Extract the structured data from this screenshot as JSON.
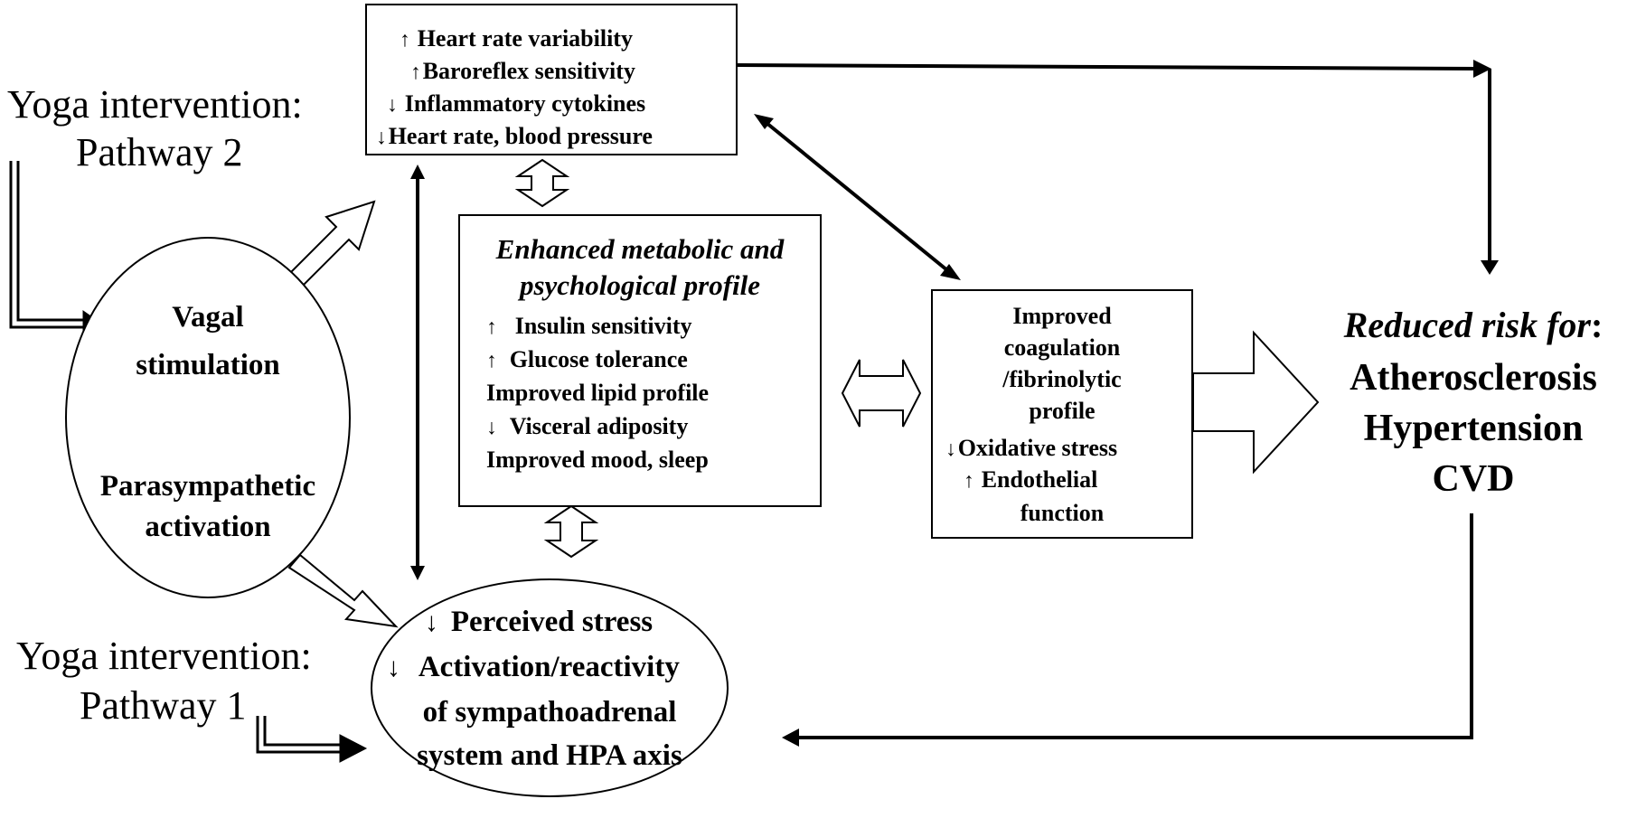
{
  "pathway2_label": {
    "line1": "Yoga intervention:",
    "line2": "Pathway 2"
  },
  "pathway1_label": {
    "line1": "Yoga intervention:",
    "line2": "Pathway 1"
  },
  "vagal": {
    "line1": "Vagal",
    "line2": "stimulation",
    "line3": "Parasympathetic",
    "line4": "activation"
  },
  "autonomic_box": {
    "items": [
      {
        "dir": "↑",
        "text": "Heart rate variability"
      },
      {
        "dir": "↑",
        "text": "Baroreflex sensitivity"
      },
      {
        "dir": "↓",
        "text": "Inflammatory cytokines"
      },
      {
        "dir": "↓",
        "text": "Heart rate, blood pressure"
      }
    ]
  },
  "metabolic_box": {
    "title1": "Enhanced metabolic and",
    "title2": "psychological  profile",
    "items": [
      {
        "dir": "↑",
        "text": "Insulin sensitivity"
      },
      {
        "dir": "↑",
        "text": "Glucose tolerance"
      },
      {
        "dir": "",
        "text": "Improved lipid profile"
      },
      {
        "dir": "↓",
        "text": "Visceral adiposity"
      },
      {
        "dir": "",
        "text": "Improved mood, sleep"
      }
    ]
  },
  "coag_box": {
    "line1": "Improved",
    "line2": "coagulation",
    "line3": "/fibrinolytic",
    "line4": "profile",
    "item1": {
      "dir": "↓",
      "text": "Oxidative stress"
    },
    "item2": {
      "dir": "↑",
      "text": "Endothelial"
    },
    "line5": "function"
  },
  "stress_ellipse": {
    "item1": {
      "dir": "↓",
      "text": "Perceived stress"
    },
    "item2": {
      "dir": "↓",
      "text": "Activation/reactivity"
    },
    "line3": "of sympathoadrenal",
    "line4": "system and HPA axis"
  },
  "outcome": {
    "label": "Reduced risk for",
    "colon": ":",
    "item1": "Atherosclerosis",
    "item2": "Hypertension",
    "item3": "CVD"
  }
}
